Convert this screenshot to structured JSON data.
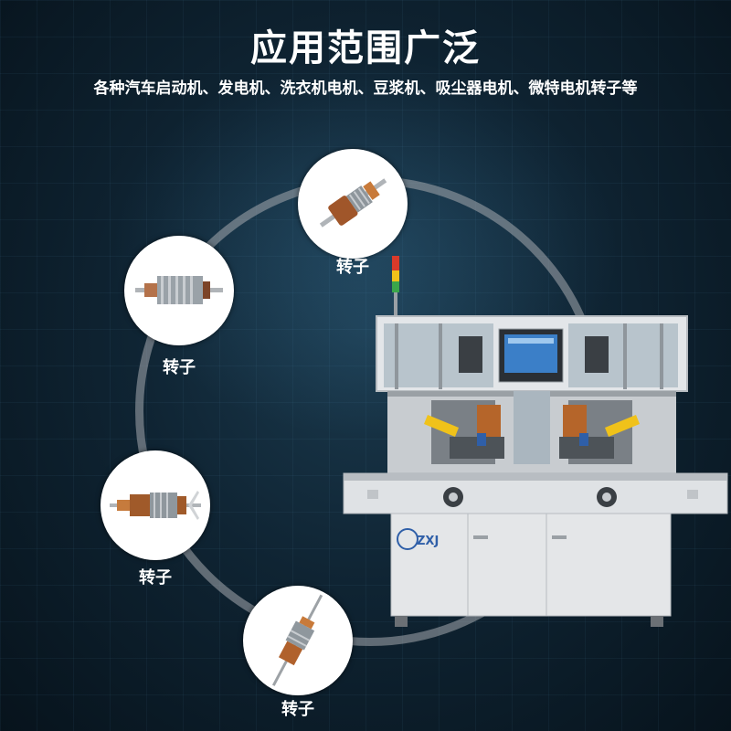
{
  "header": {
    "title": "应用范围广泛",
    "subtitle": "各种汽车启动机、发电机、洗衣机电机、豆浆机、吸尘器电机、微特电机转子等"
  },
  "products": [
    {
      "label": "转子",
      "icon": "rotor-image"
    },
    {
      "label": "转子",
      "icon": "rotor-image"
    },
    {
      "label": "转子",
      "icon": "rotor-image"
    },
    {
      "label": "转子",
      "icon": "rotor-image"
    }
  ],
  "machine": {
    "logo_text": "ZXJ",
    "screen_icon": "touch-screen"
  },
  "colors": {
    "ring": "#a5aaaf",
    "machine_body": "#d9dcdf",
    "accent_yellow": "#f0c21a",
    "copper": "#b5652a"
  }
}
